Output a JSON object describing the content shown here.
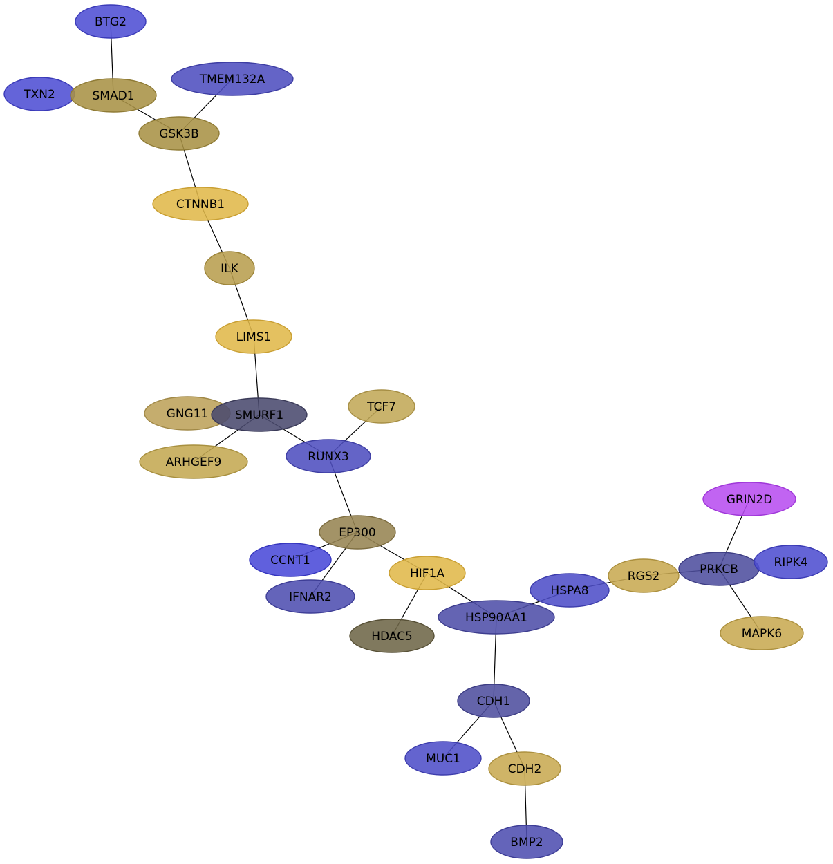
{
  "nodes": [
    {
      "id": "BTG2",
      "label": "BTG2",
      "fill": "#4f4fd4",
      "stroke": "#3a3ab8"
    },
    {
      "id": "TXN2",
      "label": "TXN2",
      "fill": "#4f4fd4",
      "stroke": "#3a3ab8"
    },
    {
      "id": "SMAD1",
      "label": "SMAD1",
      "fill": "#a89246",
      "stroke": "#8f7b35"
    },
    {
      "id": "TMEM132A",
      "label": "TMEM132A",
      "fill": "#4f4fbf",
      "stroke": "#3d3da3"
    },
    {
      "id": "GSK3B",
      "label": "GSK3B",
      "fill": "#a89246",
      "stroke": "#8f7b35"
    },
    {
      "id": "CTNNB1",
      "label": "CTNNB1",
      "fill": "#e0b84a",
      "stroke": "#c99f32"
    },
    {
      "id": "ILK",
      "label": "ILK",
      "fill": "#b89e4e",
      "stroke": "#9d853a"
    },
    {
      "id": "LIMS1",
      "label": "LIMS1",
      "fill": "#e0b84a",
      "stroke": "#c99f32"
    },
    {
      "id": "GNG11",
      "label": "GNG11",
      "fill": "#bda25a",
      "stroke": "#a08846"
    },
    {
      "id": "SMURF1",
      "label": "SMURF1",
      "fill": "#4a4a6e",
      "stroke": "#3a3a58"
    },
    {
      "id": "ARHGEF9",
      "label": "ARHGEF9",
      "fill": "#c4a852",
      "stroke": "#a8903f"
    },
    {
      "id": "TCF7",
      "label": "TCF7",
      "fill": "#c2a858",
      "stroke": "#a68e44"
    },
    {
      "id": "RUNX3",
      "label": "RUNX3",
      "fill": "#4f4fbf",
      "stroke": "#3d3da3"
    },
    {
      "id": "EP300",
      "label": "EP300",
      "fill": "#968452",
      "stroke": "#7c6c3f"
    },
    {
      "id": "CCNT1",
      "label": "CCNT1",
      "fill": "#4a4ad8",
      "stroke": "#3535be"
    },
    {
      "id": "IFNAR2",
      "label": "IFNAR2",
      "fill": "#4f4fb0",
      "stroke": "#3d3d96"
    },
    {
      "id": "HIF1A",
      "label": "HIF1A",
      "fill": "#e0b84a",
      "stroke": "#c99f32"
    },
    {
      "id": "HDAC5",
      "label": "HDAC5",
      "fill": "#6e6648",
      "stroke": "#575036"
    },
    {
      "id": "HSP90AA1",
      "label": "HSP90AA1",
      "fill": "#4f4fa8",
      "stroke": "#3d3d8e"
    },
    {
      "id": "HSPA8",
      "label": "HSPA8",
      "fill": "#4f4fc8",
      "stroke": "#3d3dac"
    },
    {
      "id": "RGS2",
      "label": "RGS2",
      "fill": "#c8aa52",
      "stroke": "#ac903e"
    },
    {
      "id": "PRKCB",
      "label": "PRKCB",
      "fill": "#4f4f9e",
      "stroke": "#3d3d84"
    },
    {
      "id": "GRIN2D",
      "label": "GRIN2D",
      "fill": "#b84ef0",
      "stroke": "#9f37d8"
    },
    {
      "id": "RIPK4",
      "label": "RIPK4",
      "fill": "#4f4fd0",
      "stroke": "#3a3ab4"
    },
    {
      "id": "MAPK6",
      "label": "MAPK6",
      "fill": "#c8aa52",
      "stroke": "#ac903e"
    },
    {
      "id": "CDH1",
      "label": "CDH1",
      "fill": "#4f4f9e",
      "stroke": "#3d3d84"
    },
    {
      "id": "MUC1",
      "label": "MUC1",
      "fill": "#4f4fc8",
      "stroke": "#3d3dac"
    },
    {
      "id": "CDH2",
      "label": "CDH2",
      "fill": "#c8aa52",
      "stroke": "#ac903e"
    },
    {
      "id": "BMP2",
      "label": "BMP2",
      "fill": "#4f4fb0",
      "stroke": "#3d3d96"
    }
  ],
  "edges": [
    [
      "BTG2",
      "SMAD1"
    ],
    [
      "SMAD1",
      "GSK3B"
    ],
    [
      "TMEM132A",
      "GSK3B"
    ],
    [
      "GSK3B",
      "CTNNB1"
    ],
    [
      "CTNNB1",
      "ILK"
    ],
    [
      "ILK",
      "LIMS1"
    ],
    [
      "LIMS1",
      "SMURF1"
    ],
    [
      "SMURF1",
      "ARHGEF9"
    ],
    [
      "SMURF1",
      "RUNX3"
    ],
    [
      "TCF7",
      "RUNX3"
    ],
    [
      "RUNX3",
      "EP300"
    ],
    [
      "EP300",
      "CCNT1"
    ],
    [
      "EP300",
      "IFNAR2"
    ],
    [
      "EP300",
      "HIF1A"
    ],
    [
      "HIF1A",
      "HDAC5"
    ],
    [
      "HIF1A",
      "HSP90AA1"
    ],
    [
      "HSP90AA1",
      "HSPA8"
    ],
    [
      "HSPA8",
      "RGS2"
    ],
    [
      "RGS2",
      "PRKCB"
    ],
    [
      "PRKCB",
      "GRIN2D"
    ],
    [
      "PRKCB",
      "MAPK6"
    ],
    [
      "HSP90AA1",
      "CDH1"
    ],
    [
      "CDH1",
      "MUC1"
    ],
    [
      "CDH1",
      "CDH2"
    ],
    [
      "CDH2",
      "BMP2"
    ]
  ]
}
